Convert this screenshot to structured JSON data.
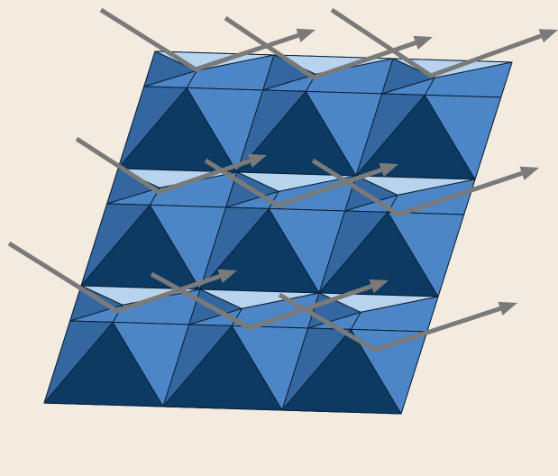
{
  "diagram": {
    "description_type": "3x3 grid of octahedra with incident and reflected arrows",
    "rows": 3,
    "cols": 3,
    "colors": {
      "background": "#f3ebdf",
      "top_face_light": "#b8d3ee",
      "face_mid": "#4d86c6",
      "face_left": "#3466a0",
      "face_dark": "#0c3a63",
      "edge": "#0b2236",
      "arrow": "#7a7a7a"
    },
    "arrow_count": 9
  }
}
